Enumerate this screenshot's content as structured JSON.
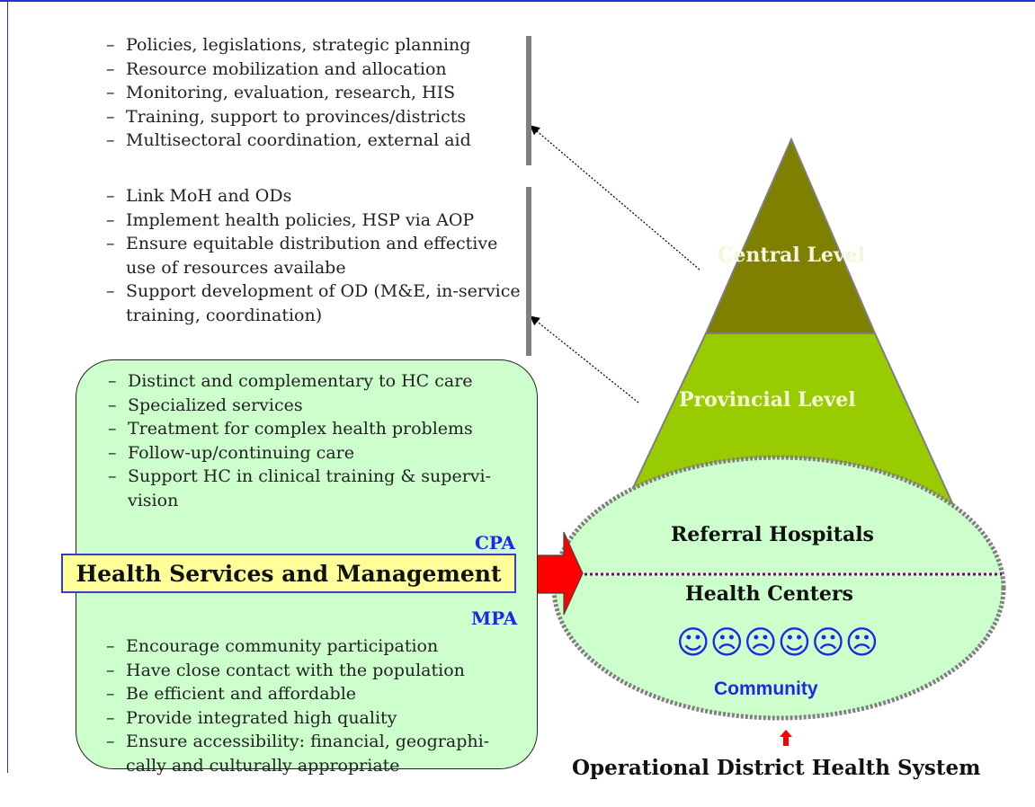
{
  "central_functions": [
    "Policies, legislations, strategic planning",
    "Resource mobilization and allocation",
    "Monitoring, evaluation, research, HIS",
    "Training, support to provinces/districts",
    "Multisectoral coordination, external aid"
  ],
  "provincial_functions": [
    "Link MoH and ODs",
    "Implement health policies, HSP via AOP",
    "Ensure equitable distribution and effective use of resources availabe",
    "Support development of OD (M&E, in-service training, coordination)"
  ],
  "cpa_functions": [
    "Distinct and complementary to HC care",
    "Specialized services",
    "Treatment for complex health problems",
    "Follow-up/continuing care",
    "Support HC in clinical training & supervi-vision"
  ],
  "mpa_functions": [
    "Encourage community participation",
    "Have close contact with the population",
    "Be efficient and affordable",
    "Provide integrated high quality",
    "Ensure accessibility: financial, geographi-cally and culturally appropriate"
  ],
  "labels": {
    "central_level": "Central Level",
    "provincial_level": "Provincial Level",
    "referral_hospitals": "Referral Hospitals",
    "health_centers": "Health Centers",
    "community": "Community",
    "cpa": "CPA",
    "mpa": "MPA",
    "health_services": "Health Services and Management",
    "operational_district": "Operational District Health System"
  },
  "smileys": "☺☹☹☺☹☹",
  "colors": {
    "central": "#808000",
    "provincial": "#99cc00",
    "ellipse": "#ccffcc",
    "box": "#ccffcc",
    "arrow": "#ff0000",
    "accent_blue": "#1e28e6",
    "label_box": "#ffff99"
  }
}
